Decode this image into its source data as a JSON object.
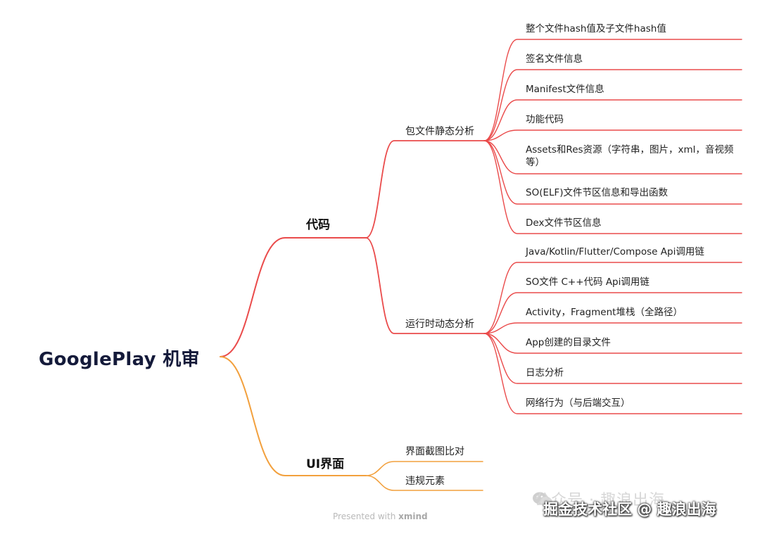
{
  "root": {
    "label": "GooglePlay 机审"
  },
  "branches": [
    {
      "label": "代码",
      "color": "#ea4b4b",
      "children": [
        {
          "label": "包文件静态分析",
          "leaves": [
            "整个文件hash值及子文件hash值",
            "签名文件信息",
            "Manifest文件信息",
            "功能代码",
            "Assets和Res资源（字符串，图片，xml，音视频等）",
            "SO(ELF)文件节区信息和导出函数",
            "Dex文件节区信息"
          ]
        },
        {
          "label": "运行时动态分析",
          "leaves": [
            "Java/Kotlin/Flutter/Compose Api调用链",
            "SO文件 C++代码 Api调用链",
            "Activity，Fragment堆栈（全路径）",
            "App创建的目录文件",
            "日志分析",
            "网络行为（与后端交互）"
          ]
        }
      ]
    },
    {
      "label": "UI界面",
      "color": "#f2a03d",
      "children": [
        {
          "label": "界面截图比对",
          "leaves": []
        },
        {
          "label": "违规元素",
          "leaves": []
        }
      ]
    }
  ],
  "footer": {
    "prefix": "Presented with",
    "brand": "xmind"
  },
  "watermark": {
    "line1": "公众号 · 趣浪出海",
    "line2": "掘金技术社区 @ 趣浪出海"
  }
}
